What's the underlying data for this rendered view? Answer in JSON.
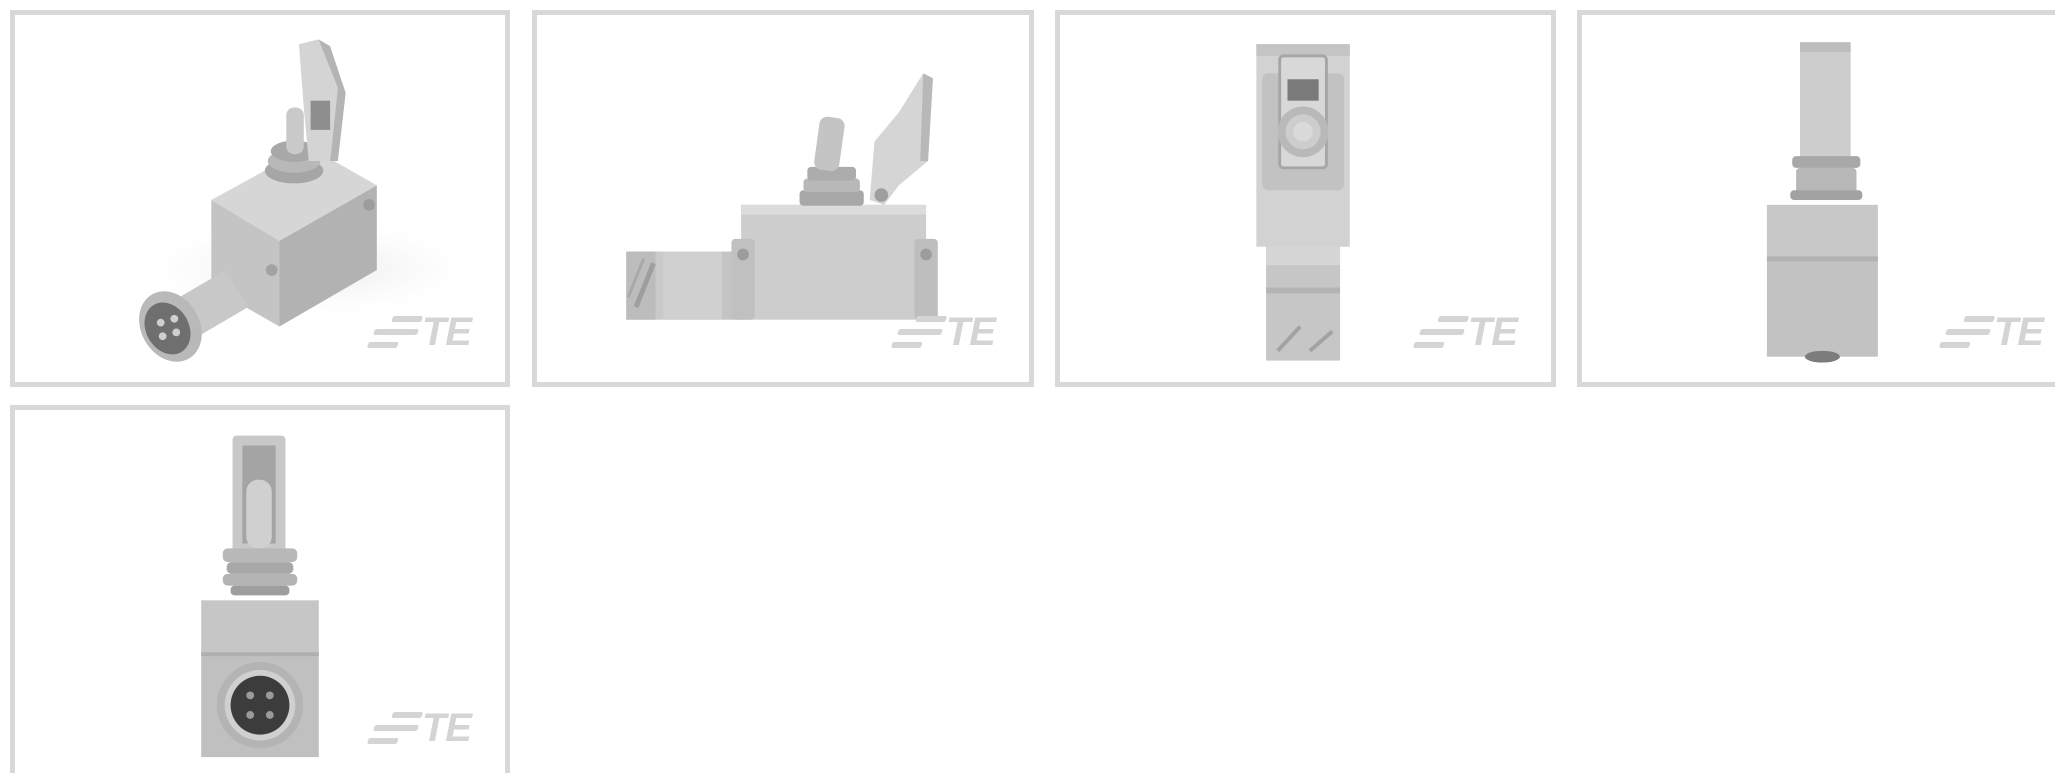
{
  "gallery": {
    "watermark_text": "TE",
    "thumbnails": [
      {
        "view": "isometric",
        "selected": false
      },
      {
        "view": "side",
        "selected": false
      },
      {
        "view": "top",
        "selected": false
      },
      {
        "view": "rear",
        "selected": false
      },
      {
        "view": "front",
        "selected": false
      }
    ]
  },
  "colors": {
    "border": "#d8d8d8",
    "part": "#c7c7c7",
    "part_shade": "#a9a9a9",
    "part_light": "#e0e0e0",
    "watermark": "#d4d4d4"
  }
}
